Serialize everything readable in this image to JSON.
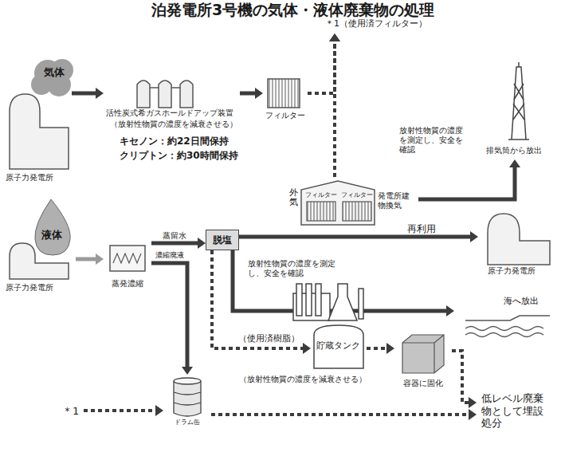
{
  "diagram": {
    "title": "泊発電所3号機の気体・液体廃棄物の処理",
    "nodes": [
      {
        "text": [
          "＊1（使用済フィルター）"
        ]
      },
      {
        "text": [
          "気体",
          "原子力発電所"
        ]
      },
      {
        "text": [
          "活性炭式希ガスホールドアップ装置",
          "（放射性物質の濃度を減衰させる）"
        ]
      },
      {
        "text": [
          "フィルター"
        ]
      },
      {
        "text": [
          "排気筒から放出"
        ]
      },
      {
        "text": [
          "外気",
          "フィルター",
          "フィルター",
          "発電所建物換気"
        ]
      },
      {
        "text": [
          "液体",
          "原子力発電所"
        ]
      },
      {
        "text": [
          "蒸発濃縮"
        ]
      },
      {
        "text": [
          "脱塩"
        ]
      },
      {
        "text": [
          "原子力発電所"
        ]
      },
      {
        "text": [
          "海へ放出"
        ]
      },
      {
        "text": [
          "貯蔵タンク"
        ]
      },
      {
        "text": [
          "容器に固化"
        ]
      },
      {
        "text": [
          "＊1"
        ]
      },
      {
        "text": [
          "ドラム缶"
        ]
      },
      {
        "text": [
          "低レベル廃棄物として埋設処分"
        ]
      }
    ],
    "edges": [
      {
        "from": 1,
        "to": 2,
        "arrow": "to"
      },
      {
        "from": 2,
        "to": 3,
        "arrow": "to"
      },
      {
        "from": 3,
        "to": 0,
        "arrow": "to"
      },
      {
        "from": 5,
        "to": 0,
        "arrow": "to"
      },
      {
        "from": 5,
        "to": 4,
        "label": "放射性物質の濃度を測定し、安全を確認",
        "arrow": "to"
      },
      {
        "from": 6,
        "to": 7,
        "arrow": "to"
      },
      {
        "from": 7,
        "to": 8,
        "label": "蒸留水",
        "arrow": "to"
      },
      {
        "from": 7,
        "to": 14,
        "label": "濃縮廃液",
        "arrow": "to"
      },
      {
        "from": 8,
        "to": 9,
        "label": "再利用",
        "arrow": "to"
      },
      {
        "from": 8,
        "to": 10,
        "label": "放射性物質の濃度を測定し、安全を確認",
        "arrow": "to"
      },
      {
        "from": 8,
        "to": 11,
        "label": "（使用済樹脂）",
        "arrow": "to"
      },
      {
        "from": 11,
        "to": 12,
        "arrow": "to"
      },
      {
        "from": 12,
        "to": 15,
        "arrow": "to"
      },
      {
        "from": 13,
        "to": 14,
        "arrow": "to"
      },
      {
        "from": 14,
        "to": 15,
        "arrow": "to"
      }
    ],
    "labels": [
      "キセノン：約22日間保持",
      "クリプトン：約30時間保持",
      "（放射性物質の濃度を減衰させる）"
    ]
  }
}
